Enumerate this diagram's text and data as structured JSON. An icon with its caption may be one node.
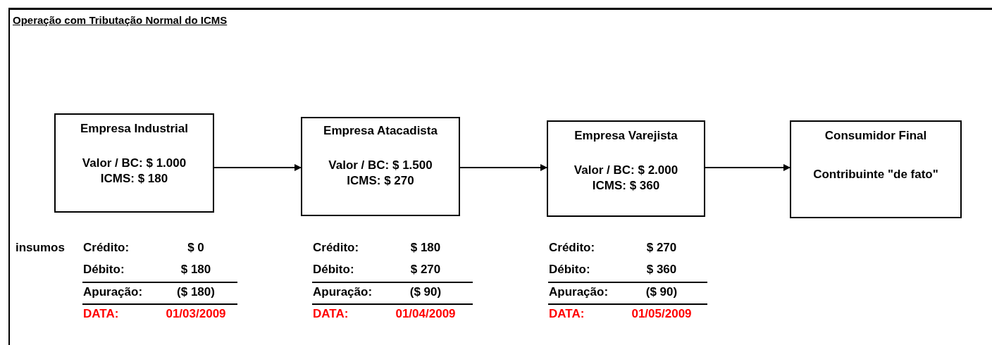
{
  "diagram": {
    "title": "Operação com Tributação Normal do ICMS",
    "nodes": [
      {
        "text": [
          "Empresa Industrial",
          "Valor / BC: $ 1.000",
          "ICMS: $ 180"
        ]
      },
      {
        "text": [
          "Empresa Atacadista",
          "Valor / BC: $ 1.500",
          "ICMS: $ 270"
        ]
      },
      {
        "text": [
          "Empresa Varejista",
          "Valor / BC: $ 2.000",
          "ICMS: $ 360"
        ]
      },
      {
        "text": [
          "Consumidor Final",
          "Contribuinte \"de fato\""
        ]
      }
    ],
    "edges": [
      {
        "from": 0,
        "to": 1,
        "arrow": "to"
      },
      {
        "from": 1,
        "to": 2,
        "arrow": "to"
      },
      {
        "from": 2,
        "to": 3,
        "arrow": "to"
      }
    ],
    "labels": [
      "insumos",
      "Crédito:",
      "$ 0",
      "Crédito:",
      "$ 180",
      "Crédito:",
      "$ 270",
      "Débito:",
      "$ 180",
      "Débito:",
      "$ 270",
      "Débito:",
      "$ 360",
      "Apuração:",
      "($ 180)",
      "Apuração:",
      "($ 90)",
      "Apuração:",
      "($ 90)",
      "DATA:",
      "01/03/2009",
      "DATA:",
      "01/04/2009",
      "DATA:",
      "01/05/2009"
    ]
  }
}
